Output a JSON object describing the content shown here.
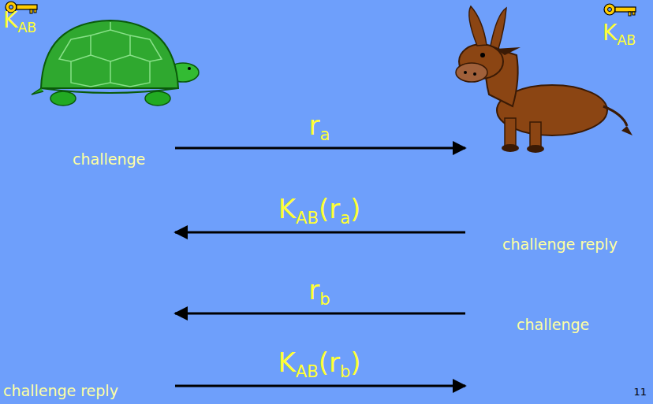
{
  "diagram": {
    "labels": [
      "KAB",
      "KAB",
      "ra",
      "challenge",
      "KAB(ra)",
      "challenge reply",
      "rb",
      "challenge",
      "KAB(rb)",
      "challenge reply",
      "11"
    ]
  }
}
